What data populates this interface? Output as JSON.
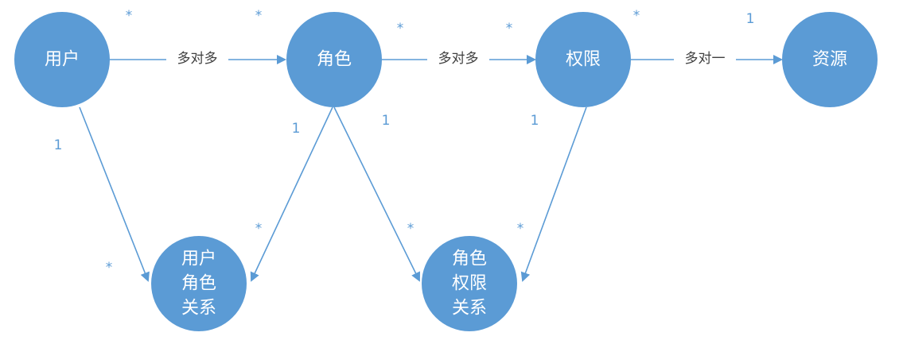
{
  "colors": {
    "node_fill": "#5b9bd5",
    "node_text": "#ffffff",
    "edge": "#5b9bd5",
    "edge_label_text": "#404040",
    "multiplicity_text": "#5b9bd5"
  },
  "nodes": [
    {
      "id": "user",
      "lines": [
        "用户"
      ]
    },
    {
      "id": "role",
      "lines": [
        "角色"
      ]
    },
    {
      "id": "permission",
      "lines": [
        "权限"
      ]
    },
    {
      "id": "resource",
      "lines": [
        "资源"
      ]
    },
    {
      "id": "user_role",
      "lines": [
        "用户",
        "角色",
        "关系"
      ]
    },
    {
      "id": "role_permission",
      "lines": [
        "角色",
        "权限",
        "关系"
      ]
    }
  ],
  "edges": [
    {
      "id": "user-role",
      "from": "user",
      "to": "role",
      "label": "多对多"
    },
    {
      "id": "role-permission",
      "from": "role",
      "to": "permission",
      "label": "多对多"
    },
    {
      "id": "permission-resource",
      "from": "permission",
      "to": "resource",
      "label": "多对一"
    },
    {
      "id": "user-userrole",
      "from": "user",
      "to": "user_role",
      "label": ""
    },
    {
      "id": "role-userrole",
      "from": "role",
      "to": "user_role",
      "label": ""
    },
    {
      "id": "role-rolepermission",
      "from": "role",
      "to": "role_permission",
      "label": ""
    },
    {
      "id": "permission-rolepermission",
      "from": "permission",
      "to": "role_permission",
      "label": ""
    }
  ],
  "multiplicities": [
    {
      "id": "user-role-src",
      "text": "*"
    },
    {
      "id": "user-role-dst",
      "text": "*"
    },
    {
      "id": "role-permission-src",
      "text": "*"
    },
    {
      "id": "role-permission-dst",
      "text": "*"
    },
    {
      "id": "permission-resource-src",
      "text": "*"
    },
    {
      "id": "permission-resource-dst",
      "text": "1"
    },
    {
      "id": "user-userrole-src",
      "text": "1"
    },
    {
      "id": "user-userrole-dst",
      "text": "*"
    },
    {
      "id": "role-userrole-src",
      "text": "1"
    },
    {
      "id": "role-userrole-dst",
      "text": "*"
    },
    {
      "id": "role-rolepermission-src",
      "text": "1"
    },
    {
      "id": "role-rolepermission-dst",
      "text": "*"
    },
    {
      "id": "permission-rolepermission-src",
      "text": "1"
    },
    {
      "id": "permission-rolepermission-dst",
      "text": "*"
    }
  ]
}
